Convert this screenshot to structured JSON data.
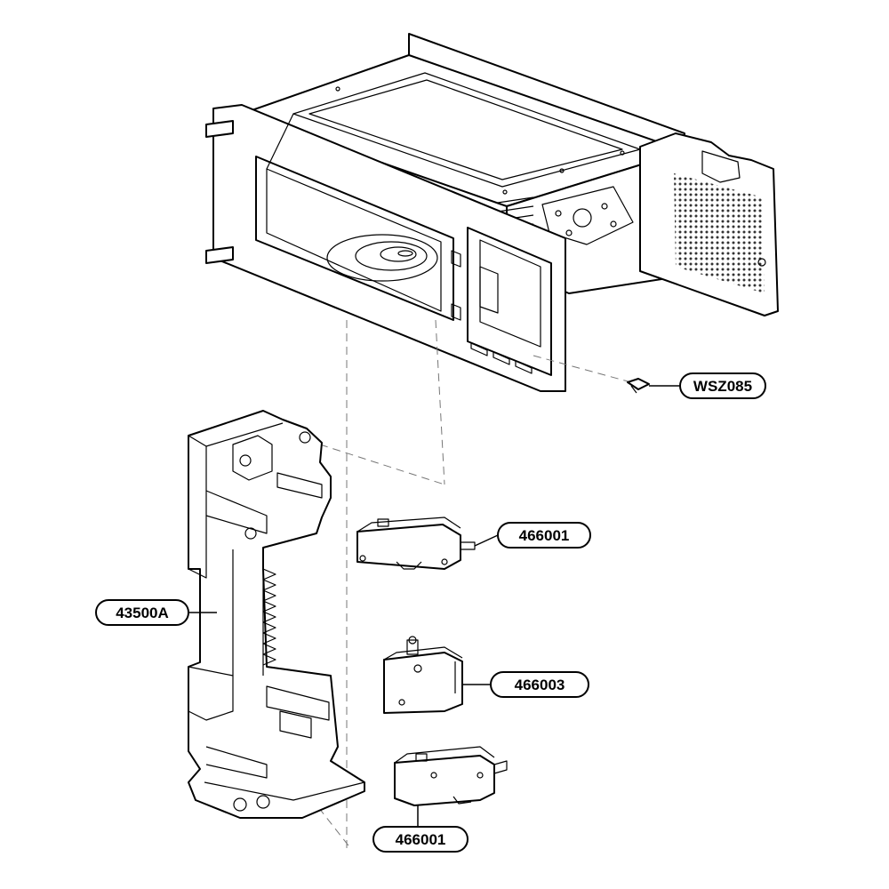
{
  "callouts": [
    {
      "id": "wsz085",
      "label": "WSZ085"
    },
    {
      "id": "switch-top",
      "label": "466001"
    },
    {
      "id": "interlock-frame",
      "label": "43500A"
    },
    {
      "id": "switch-middle",
      "label": "466003"
    },
    {
      "id": "switch-bottom",
      "label": "466001"
    }
  ]
}
